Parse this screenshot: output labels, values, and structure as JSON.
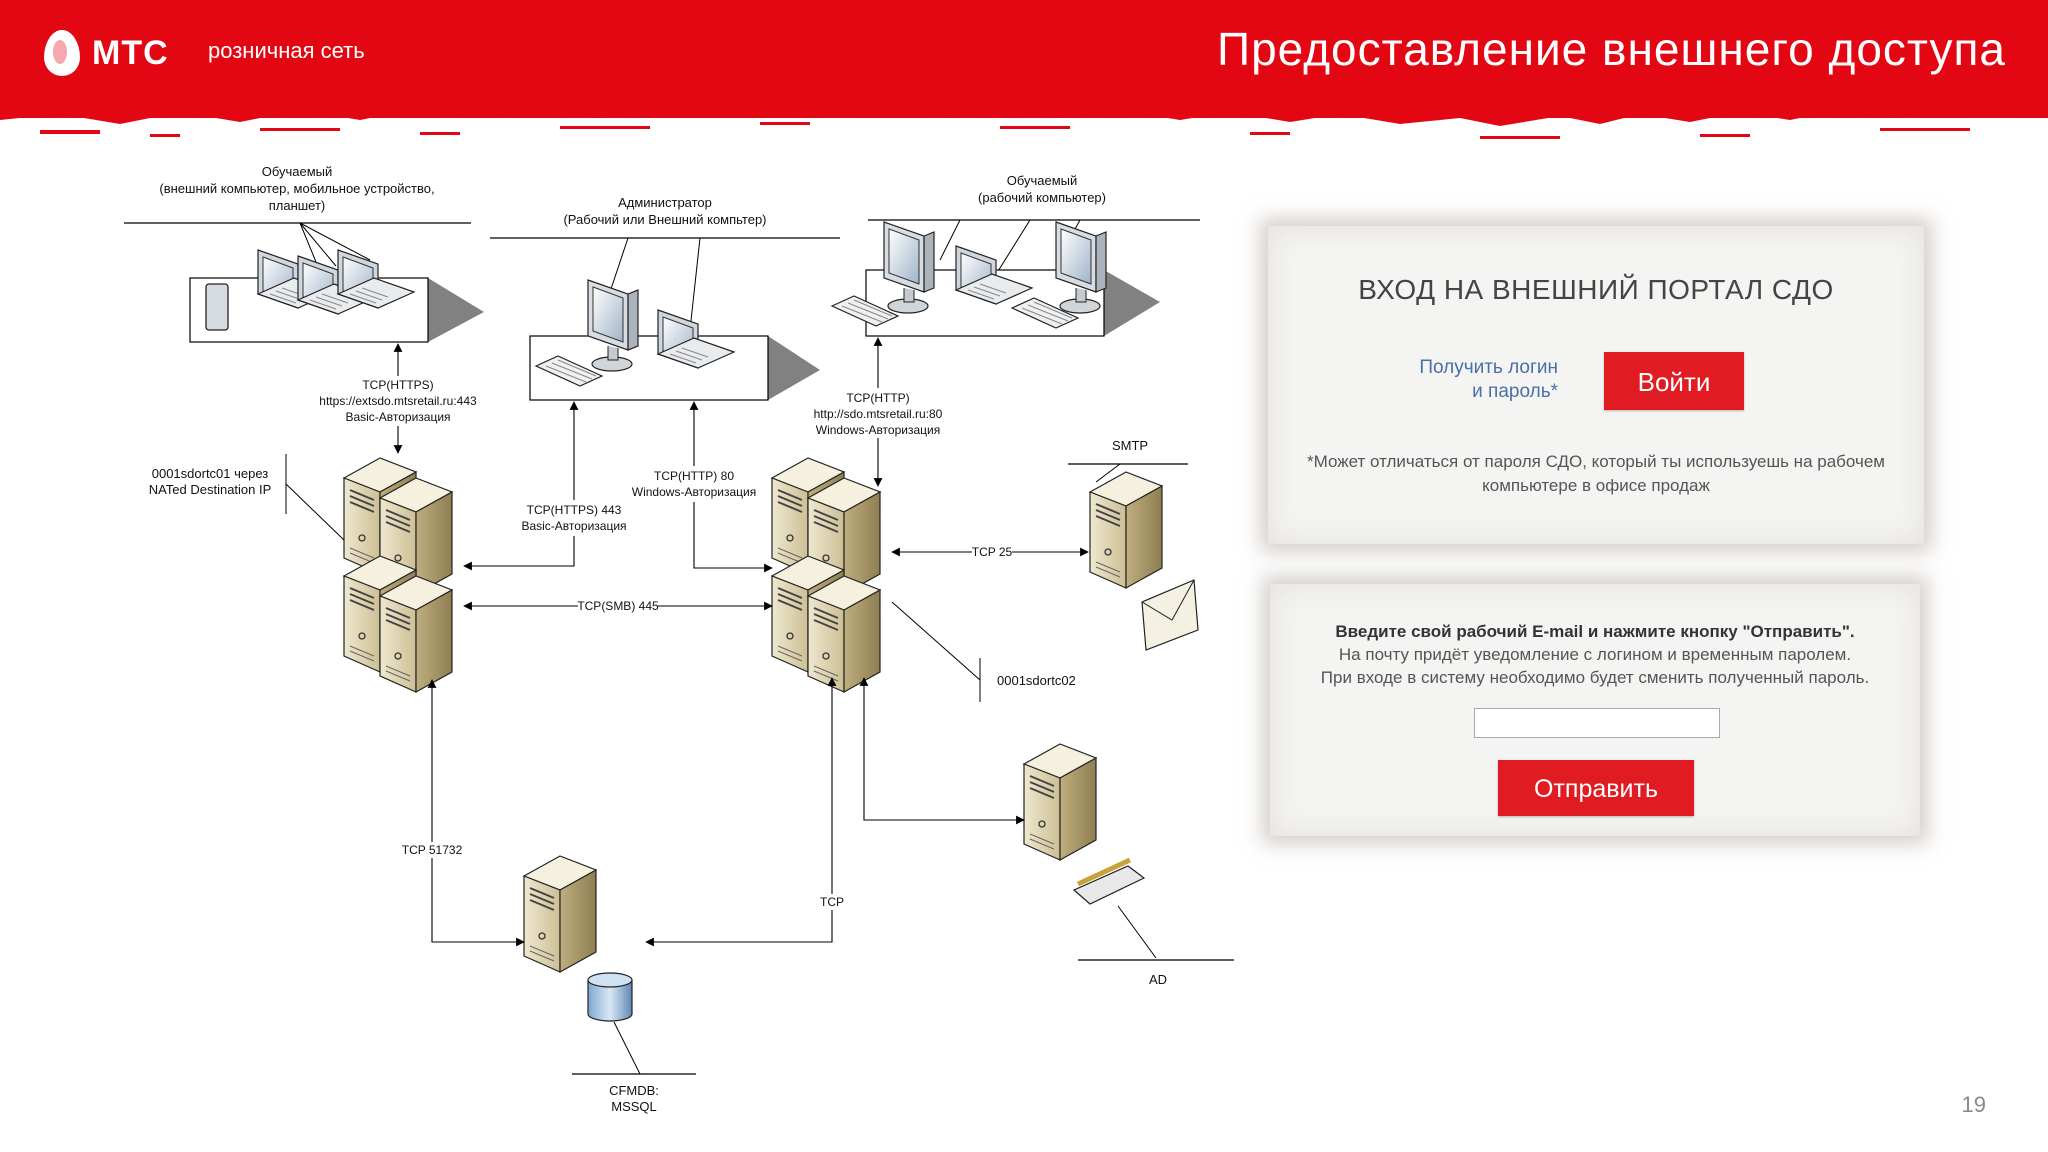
{
  "header": {
    "logo_text": "МТС",
    "logo_sub": "розничная сеть",
    "title": "Предоставление внешнего доступа",
    "brand_color": "#e30613"
  },
  "page_number": "19",
  "diagram": {
    "groups": {
      "learner_external": [
        "Обучаемый",
        "(внешний компьютер, мобильное устройство,",
        "планшет)"
      ],
      "admin": [
        "Администратор",
        "(Рабочий или Внешний компьтер)"
      ],
      "learner_work": [
        "Обучаемый",
        "(рабочий компьютер)"
      ],
      "smtp": "SMTP",
      "ad": "AD",
      "db": [
        "CFMDB:",
        "MSSQL"
      ]
    },
    "servers": {
      "left_note": [
        "0001sdortc01 через",
        "NATed Destination IP"
      ],
      "right_name": "0001sdortc02"
    },
    "links": {
      "https_ext": [
        "TCP(HTTPS)",
        "https://extsdo.mtsretail.ru:443",
        "Basic-Авторизация"
      ],
      "https_admin": [
        "TCP(HTTPS) 443",
        "Basic-Авторизация"
      ],
      "http_admin": [
        "TCP(HTTP) 80",
        "Windows-Авторизация"
      ],
      "http_work": [
        "TCP(HTTP)",
        "http://sdo.mtsretail.ru:80",
        "Windows-Авторизация"
      ],
      "smb": "TCP(SMB) 445",
      "smtp": "TCP 25",
      "db_left": "TCP 51732",
      "db_right": "TCP"
    }
  },
  "portal_login": {
    "title": "ВХОД НА ВНЕШНИЙ ПОРТАЛ СДО",
    "get_login_line1": "Получить логин",
    "get_login_line2": "и пароль*",
    "login_button": "Войти",
    "note_line1": "*Может отличаться от пароля СДО, который ты используешь на рабочем",
    "note_line2": "компьютере в офисе продаж"
  },
  "portal_email": {
    "instruction": "Введите свой рабочий E-mail и нажмите кнопку \"Отправить\".",
    "line2": "На почту придёт уведомление с логином и временным паролем.",
    "line3": "При входе в систему необходимо будет сменить полученный пароль.",
    "email_value": "",
    "send_button": "Отправить"
  }
}
